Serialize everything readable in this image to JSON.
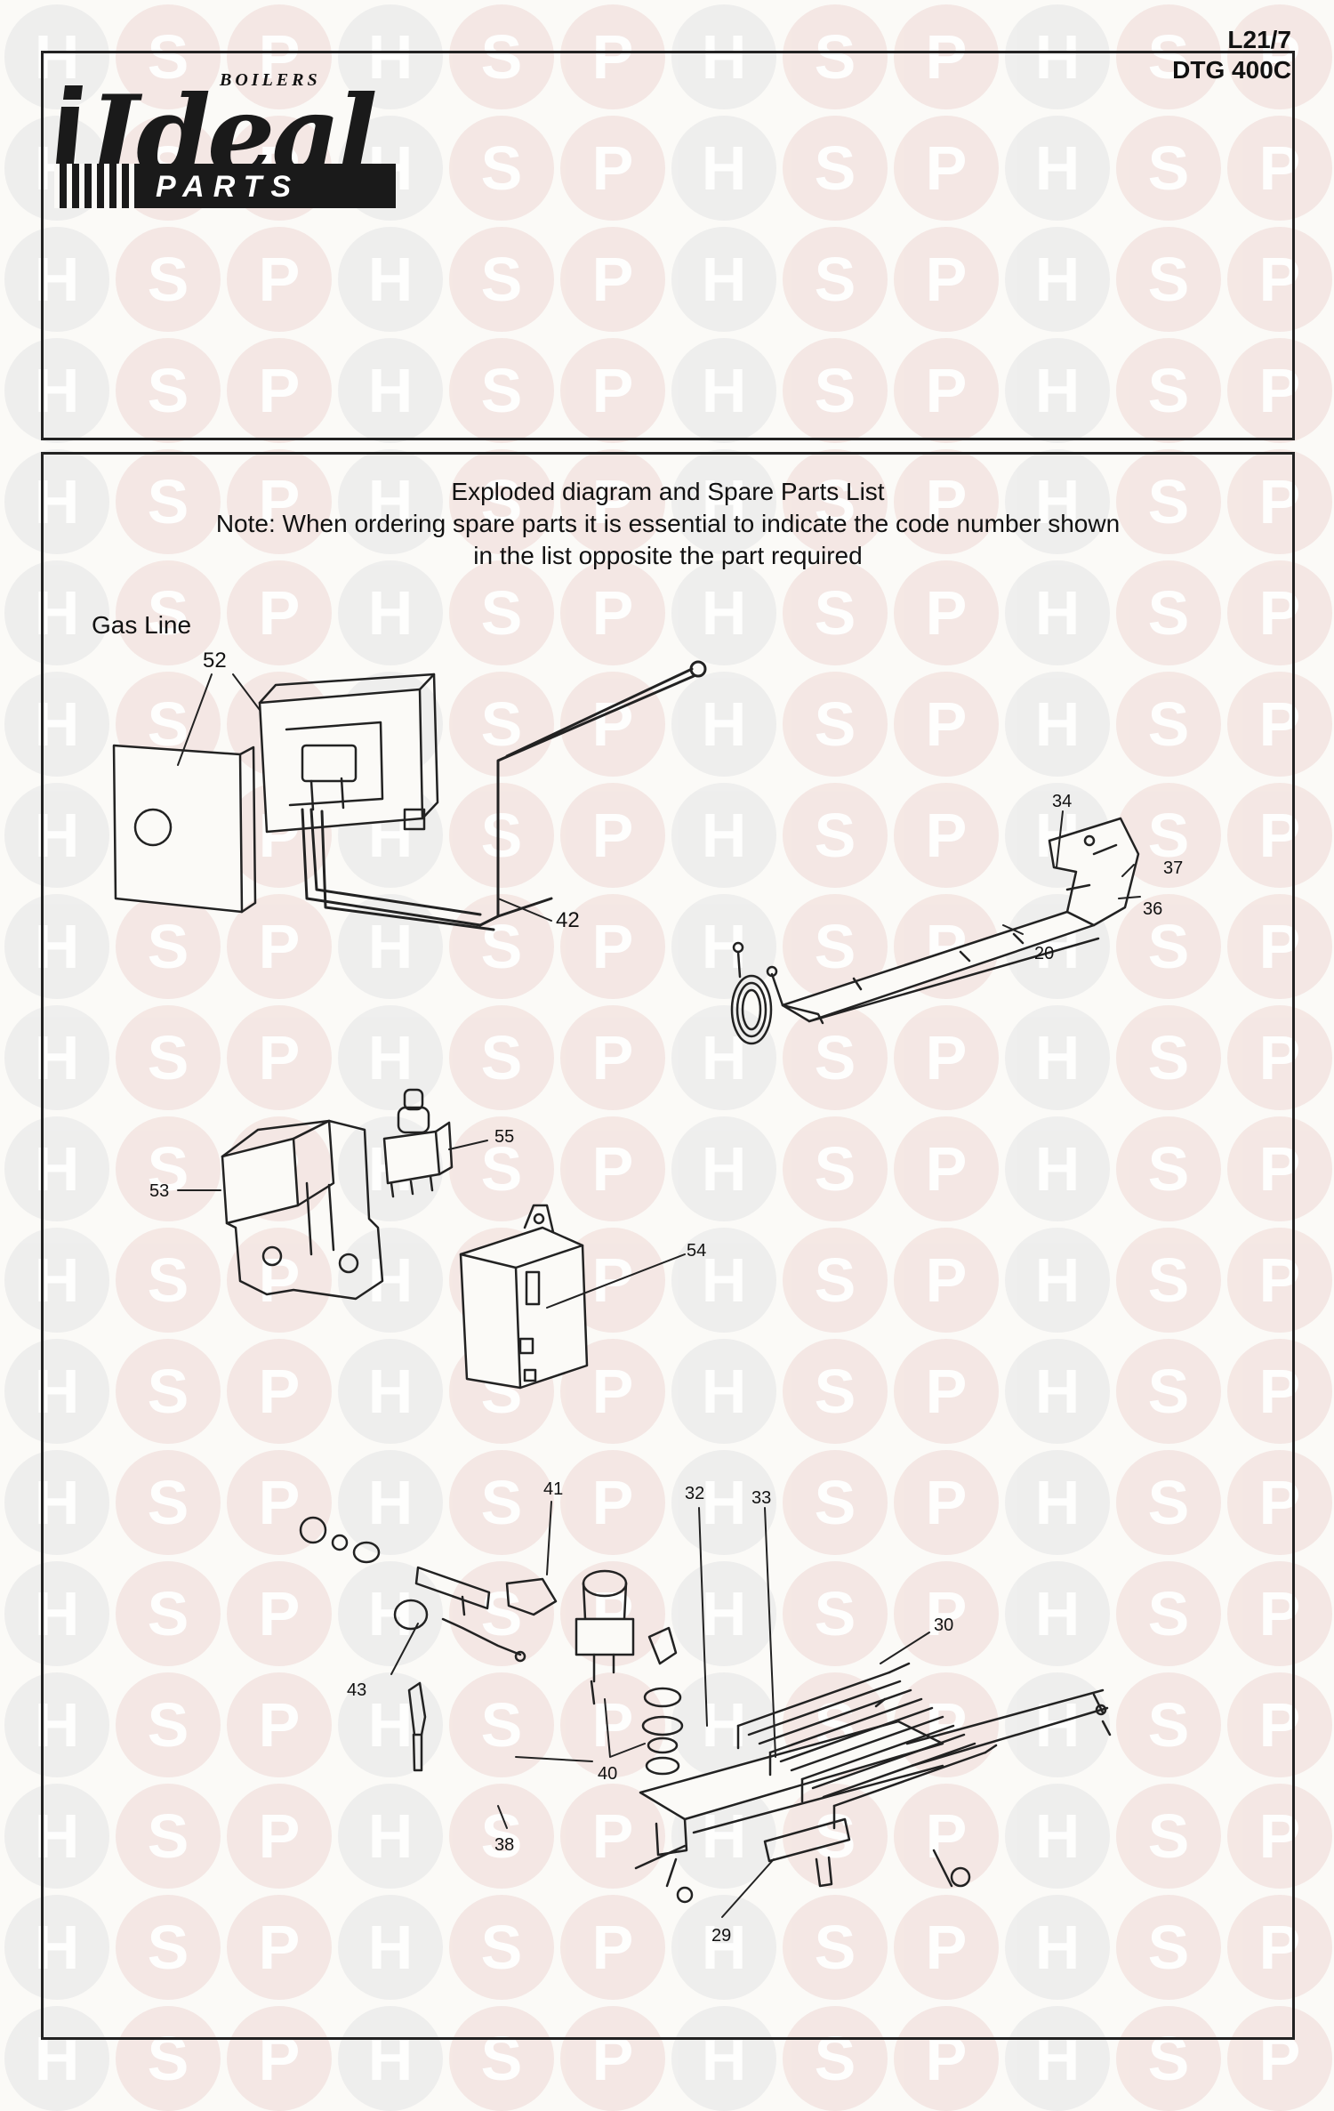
{
  "watermark": {
    "letters": [
      "H",
      "S",
      "P"
    ]
  },
  "page_code": {
    "line1": "L21/7",
    "line2": "DTG 400C"
  },
  "logo": {
    "brand": "Ideal",
    "small": "BOILERS",
    "bar": "PARTS"
  },
  "heading": {
    "title": "Exploded diagram and Spare Parts List",
    "note_line1": "Note: When ordering spare parts it is essential to indicate the code number shown",
    "note_line2": "in the list opposite the part required"
  },
  "section_label": "Gas Line",
  "callouts": {
    "c52": "52",
    "c42": "42",
    "c34": "34",
    "c37": "37",
    "c36": "36",
    "c20": "20",
    "c55": "55",
    "c53": "53",
    "c54": "54",
    "c41": "41",
    "c32": "32",
    "c33": "33",
    "c30": "30",
    "c43": "43",
    "c40": "40",
    "c38": "38",
    "c29": "29"
  }
}
